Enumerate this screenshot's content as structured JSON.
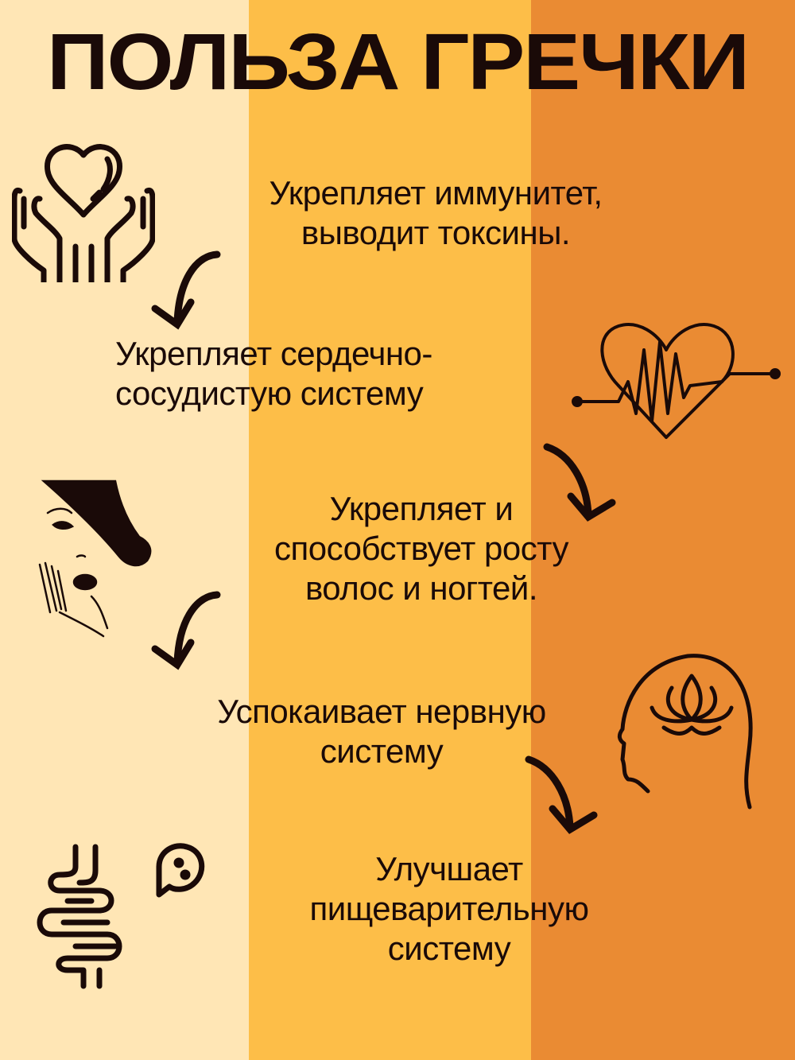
{
  "colors": {
    "stripe_left": "#FFE6B5",
    "stripe_middle": "#FDBE48",
    "stripe_right": "#EA8B33",
    "text": "#1A0A08"
  },
  "title": "ПОЛЬЗА ГРЕЧКИ",
  "benefits": [
    {
      "lines": [
        "Укрепляет иммунитет,",
        "выводит токсины."
      ],
      "icon": "hands-holding-heart-icon"
    },
    {
      "lines": [
        "Укрепляет сердечно-",
        "сосудистую систему"
      ],
      "icon": "heart-pulse-icon"
    },
    {
      "lines": [
        "Укрепляет и",
        "способствует росту",
        "волос и ногтей."
      ],
      "icon": "woman-face-hair-icon"
    },
    {
      "lines": [
        "Успокаивает нервную",
        "систему"
      ],
      "icon": "head-lotus-icon"
    },
    {
      "lines": [
        "Улучшает",
        "пищеварительную",
        "систему"
      ],
      "icon": "intestine-icon"
    }
  ],
  "arrows": [
    "curved-arrow-down-left",
    "curved-arrow-down-right",
    "curved-arrow-down-left",
    "curved-arrow-down-right"
  ]
}
